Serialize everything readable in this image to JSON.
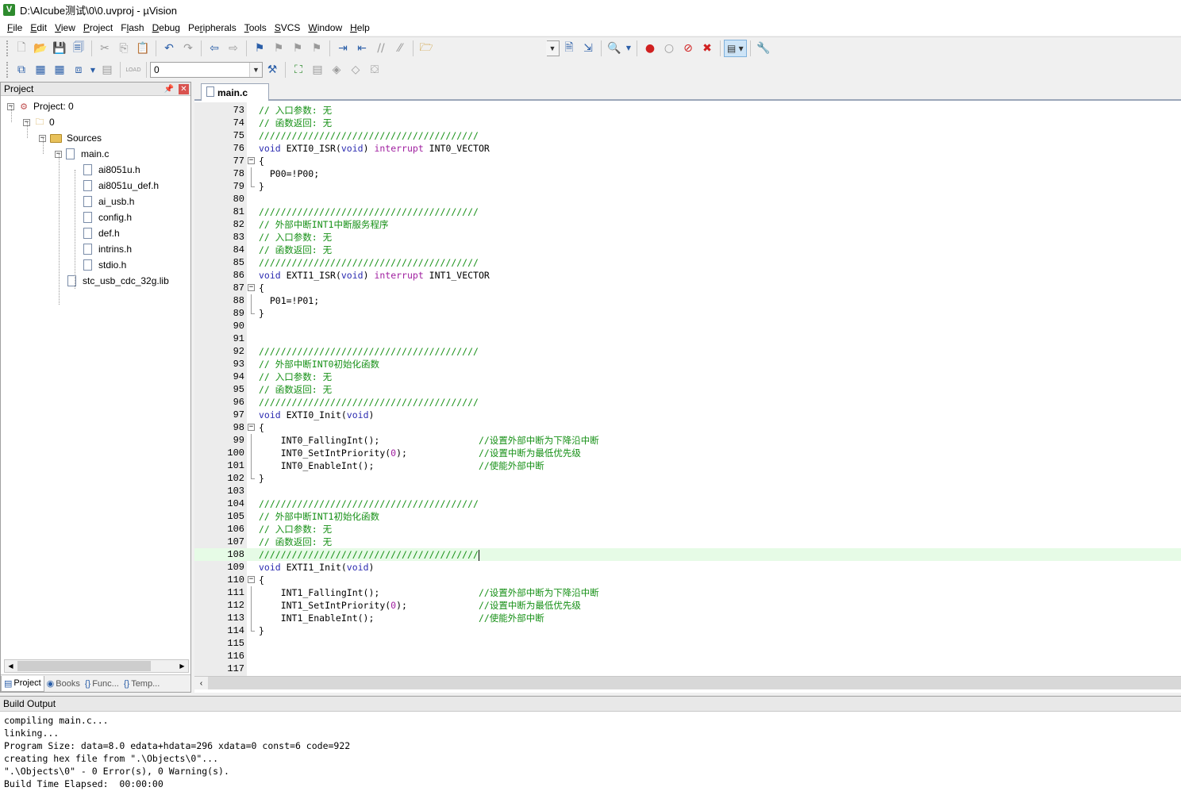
{
  "window": {
    "title": "D:\\AIcube测试\\0\\0.uvproj - µVision"
  },
  "menu": [
    {
      "label": "File",
      "key": "F"
    },
    {
      "label": "Edit",
      "key": "E"
    },
    {
      "label": "View",
      "key": "V"
    },
    {
      "label": "Project",
      "key": "P"
    },
    {
      "label": "Flash",
      "key": "l"
    },
    {
      "label": "Debug",
      "key": "D"
    },
    {
      "label": "Peripherals",
      "key": "r"
    },
    {
      "label": "Tools",
      "key": "T"
    },
    {
      "label": "SVCS",
      "key": "S"
    },
    {
      "label": "Window",
      "key": "W"
    },
    {
      "label": "Help",
      "key": "H"
    }
  ],
  "toolbar": {
    "target_combo_value": "0",
    "load_label": "LOAD"
  },
  "project_panel": {
    "title": "Project",
    "tree": [
      {
        "label": "Project: 0",
        "level": 0,
        "kind": "project",
        "toggle": "−"
      },
      {
        "label": "0",
        "level": 1,
        "kind": "target",
        "toggle": "−"
      },
      {
        "label": "Sources",
        "level": 2,
        "kind": "folder",
        "toggle": "−"
      },
      {
        "label": "main.c",
        "level": 3,
        "kind": "file",
        "toggle": "−"
      },
      {
        "label": "ai8051u.h",
        "level": 4,
        "kind": "file"
      },
      {
        "label": "ai8051u_def.h",
        "level": 4,
        "kind": "file"
      },
      {
        "label": "ai_usb.h",
        "level": 4,
        "kind": "file"
      },
      {
        "label": "config.h",
        "level": 4,
        "kind": "file"
      },
      {
        "label": "def.h",
        "level": 4,
        "kind": "file"
      },
      {
        "label": "intrins.h",
        "level": 4,
        "kind": "file"
      },
      {
        "label": "stdio.h",
        "level": 4,
        "kind": "file"
      },
      {
        "label": "stc_usb_cdc_32g.lib",
        "level": 3,
        "kind": "file"
      }
    ],
    "tabs": [
      {
        "label": "Project",
        "icon": "project-icon",
        "active": true
      },
      {
        "label": "Books",
        "icon": "books-icon",
        "active": false
      },
      {
        "label": "Func...",
        "icon": "functions-icon",
        "active": false
      },
      {
        "label": "Temp...",
        "icon": "templates-icon",
        "active": false
      }
    ]
  },
  "editor": {
    "tab_label": "main.c",
    "highlighted_line": 108,
    "lines": [
      {
        "n": "73",
        "parts": [
          {
            "t": "// 入口参数: 无",
            "c": "cmt"
          }
        ]
      },
      {
        "n": "74",
        "parts": [
          {
            "t": "// 函数返回: 无",
            "c": "cmt"
          }
        ]
      },
      {
        "n": "75",
        "parts": [
          {
            "t": "////////////////////////////////////////",
            "c": "cmt"
          }
        ]
      },
      {
        "n": "76",
        "parts": [
          {
            "t": "void",
            "c": "kw"
          },
          {
            "t": " EXTI0_ISR(",
            "c": ""
          },
          {
            "t": "void",
            "c": "kw"
          },
          {
            "t": ") ",
            "c": ""
          },
          {
            "t": "interrupt",
            "c": "ext"
          },
          {
            "t": " INT0_VECTOR",
            "c": ""
          }
        ]
      },
      {
        "n": "77",
        "fold": "start",
        "parts": [
          {
            "t": "{",
            "c": ""
          }
        ]
      },
      {
        "n": "78",
        "fold": "mid",
        "parts": [
          {
            "t": "  P00=!P00;",
            "c": ""
          }
        ]
      },
      {
        "n": "79",
        "fold": "end",
        "parts": [
          {
            "t": "}",
            "c": ""
          }
        ]
      },
      {
        "n": "80",
        "parts": []
      },
      {
        "n": "81",
        "parts": [
          {
            "t": "////////////////////////////////////////",
            "c": "cmt"
          }
        ]
      },
      {
        "n": "82",
        "parts": [
          {
            "t": "// 外部中断INT1中断服务程序",
            "c": "cmt"
          }
        ]
      },
      {
        "n": "83",
        "parts": [
          {
            "t": "// 入口参数: 无",
            "c": "cmt"
          }
        ]
      },
      {
        "n": "84",
        "parts": [
          {
            "t": "// 函数返回: 无",
            "c": "cmt"
          }
        ]
      },
      {
        "n": "85",
        "parts": [
          {
            "t": "////////////////////////////////////////",
            "c": "cmt"
          }
        ]
      },
      {
        "n": "86",
        "parts": [
          {
            "t": "void",
            "c": "kw"
          },
          {
            "t": " EXTI1_ISR(",
            "c": ""
          },
          {
            "t": "void",
            "c": "kw"
          },
          {
            "t": ") ",
            "c": ""
          },
          {
            "t": "interrupt",
            "c": "ext"
          },
          {
            "t": " INT1_VECTOR",
            "c": ""
          }
        ]
      },
      {
        "n": "87",
        "fold": "start",
        "parts": [
          {
            "t": "{",
            "c": ""
          }
        ]
      },
      {
        "n": "88",
        "fold": "mid",
        "parts": [
          {
            "t": "  P01=!P01;",
            "c": ""
          }
        ]
      },
      {
        "n": "89",
        "fold": "end",
        "parts": [
          {
            "t": "}",
            "c": ""
          }
        ]
      },
      {
        "n": "90",
        "parts": []
      },
      {
        "n": "91",
        "parts": []
      },
      {
        "n": "92",
        "parts": [
          {
            "t": "////////////////////////////////////////",
            "c": "cmt"
          }
        ]
      },
      {
        "n": "93",
        "parts": [
          {
            "t": "// 外部中断INT0初始化函数",
            "c": "cmt"
          }
        ]
      },
      {
        "n": "94",
        "parts": [
          {
            "t": "// 入口参数: 无",
            "c": "cmt"
          }
        ]
      },
      {
        "n": "95",
        "parts": [
          {
            "t": "// 函数返回: 无",
            "c": "cmt"
          }
        ]
      },
      {
        "n": "96",
        "parts": [
          {
            "t": "////////////////////////////////////////",
            "c": "cmt"
          }
        ]
      },
      {
        "n": "97",
        "parts": [
          {
            "t": "void",
            "c": "kw"
          },
          {
            "t": " EXTI0_Init(",
            "c": ""
          },
          {
            "t": "void",
            "c": "kw"
          },
          {
            "t": ")",
            "c": ""
          }
        ]
      },
      {
        "n": "98",
        "fold": "start",
        "parts": [
          {
            "t": "{",
            "c": ""
          }
        ]
      },
      {
        "n": "99",
        "fold": "mid",
        "parts": [
          {
            "t": "    INT0_FallingInt();                  ",
            "c": ""
          },
          {
            "t": "//设置外部中断为下降沿中断",
            "c": "cmt"
          }
        ]
      },
      {
        "n": "100",
        "fold": "mid",
        "parts": [
          {
            "t": "    INT0_SetIntPriority(",
            "c": ""
          },
          {
            "t": "0",
            "c": "num"
          },
          {
            "t": ");             ",
            "c": ""
          },
          {
            "t": "//设置中断为最低优先级",
            "c": "cmt"
          }
        ]
      },
      {
        "n": "101",
        "fold": "mid",
        "parts": [
          {
            "t": "    INT0_EnableInt();                   ",
            "c": ""
          },
          {
            "t": "//使能外部中断",
            "c": "cmt"
          }
        ]
      },
      {
        "n": "102",
        "fold": "end",
        "parts": [
          {
            "t": "}",
            "c": ""
          }
        ]
      },
      {
        "n": "103",
        "parts": []
      },
      {
        "n": "104",
        "parts": [
          {
            "t": "////////////////////////////////////////",
            "c": "cmt"
          }
        ]
      },
      {
        "n": "105",
        "parts": [
          {
            "t": "// 外部中断INT1初始化函数",
            "c": "cmt"
          }
        ]
      },
      {
        "n": "106",
        "parts": [
          {
            "t": "// 入口参数: 无",
            "c": "cmt"
          }
        ]
      },
      {
        "n": "107",
        "parts": [
          {
            "t": "// 函数返回: 无",
            "c": "cmt"
          }
        ]
      },
      {
        "n": "108",
        "parts": [
          {
            "t": "////////////////////////////////////////",
            "c": "cmt"
          }
        ]
      },
      {
        "n": "109",
        "parts": [
          {
            "t": "void",
            "c": "kw"
          },
          {
            "t": " EXTI1_Init(",
            "c": ""
          },
          {
            "t": "void",
            "c": "kw"
          },
          {
            "t": ")",
            "c": ""
          }
        ]
      },
      {
        "n": "110",
        "fold": "start",
        "parts": [
          {
            "t": "{",
            "c": ""
          }
        ]
      },
      {
        "n": "111",
        "fold": "mid",
        "parts": [
          {
            "t": "    INT1_FallingInt();                  ",
            "c": ""
          },
          {
            "t": "//设置外部中断为下降沿中断",
            "c": "cmt"
          }
        ]
      },
      {
        "n": "112",
        "fold": "mid",
        "parts": [
          {
            "t": "    INT1_SetIntPriority(",
            "c": ""
          },
          {
            "t": "0",
            "c": "num"
          },
          {
            "t": ");             ",
            "c": ""
          },
          {
            "t": "//设置中断为最低优先级",
            "c": "cmt"
          }
        ]
      },
      {
        "n": "113",
        "fold": "mid",
        "parts": [
          {
            "t": "    INT1_EnableInt();                   ",
            "c": ""
          },
          {
            "t": "//使能外部中断",
            "c": "cmt"
          }
        ]
      },
      {
        "n": "114",
        "fold": "end",
        "parts": [
          {
            "t": "}",
            "c": ""
          }
        ]
      },
      {
        "n": "115",
        "parts": []
      },
      {
        "n": "116",
        "parts": []
      },
      {
        "n": "117",
        "parts": []
      }
    ]
  },
  "build_output": {
    "title": "Build Output",
    "lines": [
      "compiling main.c...",
      "linking...",
      "Program Size: data=8.0 edata+hdata=296 xdata=0 const=6 code=922",
      "creating hex file from \".\\Objects\\0\"...",
      "\".\\Objects\\0\" - 0 Error(s), 0 Warning(s).",
      "Build Time Elapsed:  00:00:00"
    ]
  },
  "colors": {
    "comment": "#169016",
    "keyword": "#2b2bb0",
    "extension": "#a020a0",
    "current_line": "#e6fbe6"
  }
}
